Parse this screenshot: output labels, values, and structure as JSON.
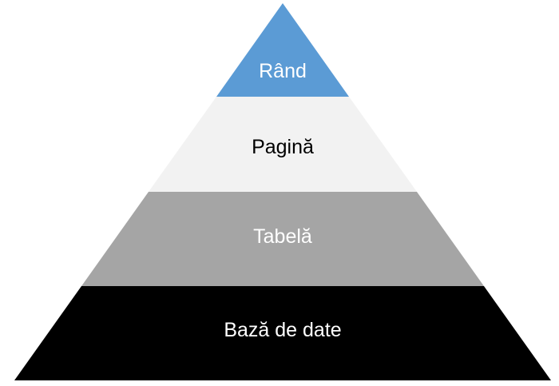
{
  "pyramid": {
    "levels": [
      {
        "label": "Rând",
        "fill": "#5b9bd5",
        "text_color": "#ffffff"
      },
      {
        "label": "Pagină",
        "fill": "#f2f2f2",
        "text_color": "#000000"
      },
      {
        "label": "Tabelă",
        "fill": "#a5a5a5",
        "text_color": "#ffffff"
      },
      {
        "label": "Bază de date",
        "fill": "#000000",
        "text_color": "#ffffff"
      }
    ]
  }
}
